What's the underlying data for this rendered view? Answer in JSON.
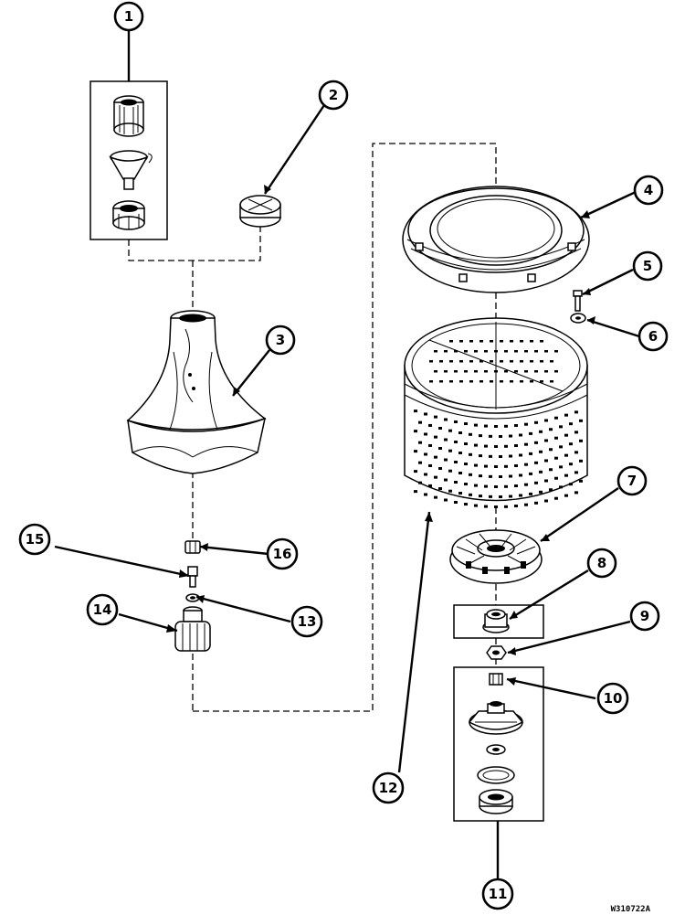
{
  "callouts": [
    {
      "id": "1",
      "label": "1"
    },
    {
      "id": "2",
      "label": "2"
    },
    {
      "id": "3",
      "label": "3"
    },
    {
      "id": "4",
      "label": "4"
    },
    {
      "id": "5",
      "label": "5"
    },
    {
      "id": "6",
      "label": "6"
    },
    {
      "id": "7",
      "label": "7"
    },
    {
      "id": "8",
      "label": "8"
    },
    {
      "id": "9",
      "label": "9"
    },
    {
      "id": "10",
      "label": "10"
    },
    {
      "id": "11",
      "label": "11"
    },
    {
      "id": "12",
      "label": "12"
    },
    {
      "id": "13",
      "label": "13"
    },
    {
      "id": "14",
      "label": "14"
    },
    {
      "id": "15",
      "label": "15"
    },
    {
      "id": "16",
      "label": "16"
    }
  ],
  "drawing_code": "W310722A"
}
